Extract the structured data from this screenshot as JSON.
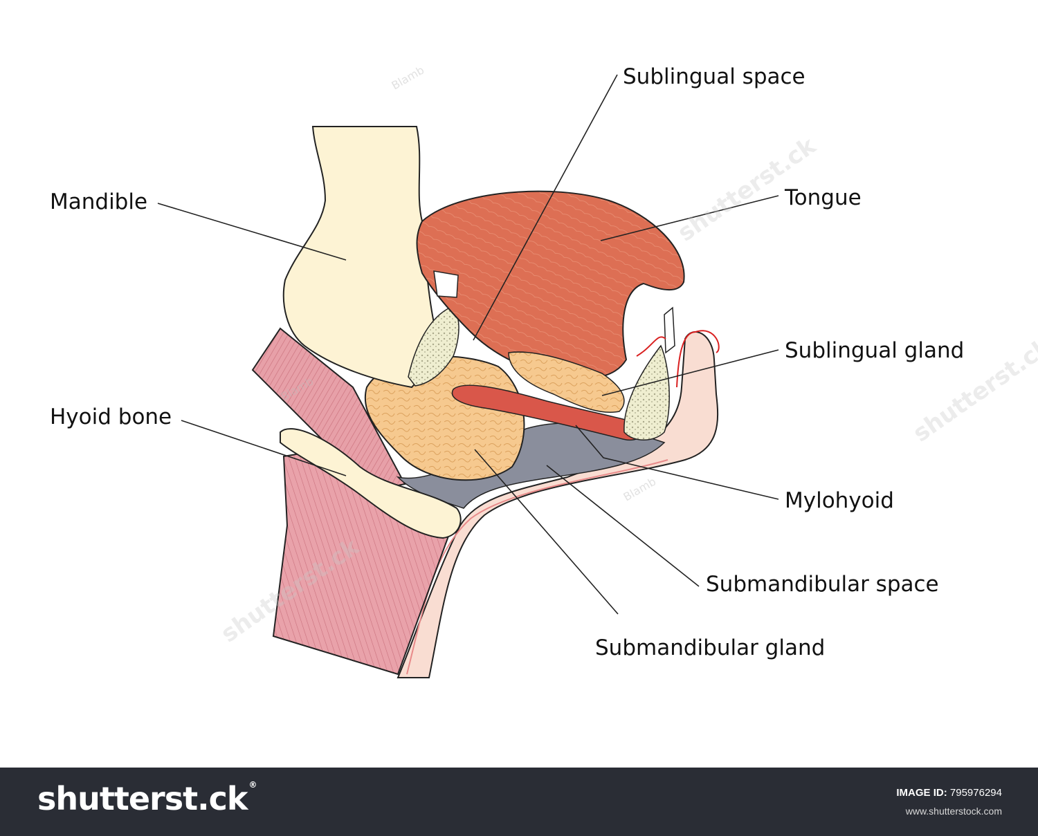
{
  "labels": {
    "sublingual_space": "Sublingual space",
    "mandible": "Mandible",
    "tongue": "Tongue",
    "sublingual_gland": "Sublingual gland",
    "hyoid_bone": "Hyoid bone",
    "mylohyoid": "Mylohyoid",
    "submandibular_space": "Submandibular space",
    "submandibular_gland": "Submandibular gland"
  },
  "watermarks": {
    "artist": "Blamb",
    "site_mark": "shutterst.ck"
  },
  "footer": {
    "brand": "shutterst.ck",
    "brand_mark": "®",
    "image_id_key": "IMAGE ID:",
    "image_id_value": "795976294",
    "site": "www.shutterstock.com"
  },
  "colors": {
    "tongue": "#dd6f54",
    "mandible": "#fdf3d4",
    "gland": "#f6c98f",
    "mylohyoid": "#d9574a",
    "submandibular_space": "#8a8e9c",
    "muscle": "#e49aa3",
    "skin": "#f9ddd2",
    "footer": "#2a2d35"
  }
}
